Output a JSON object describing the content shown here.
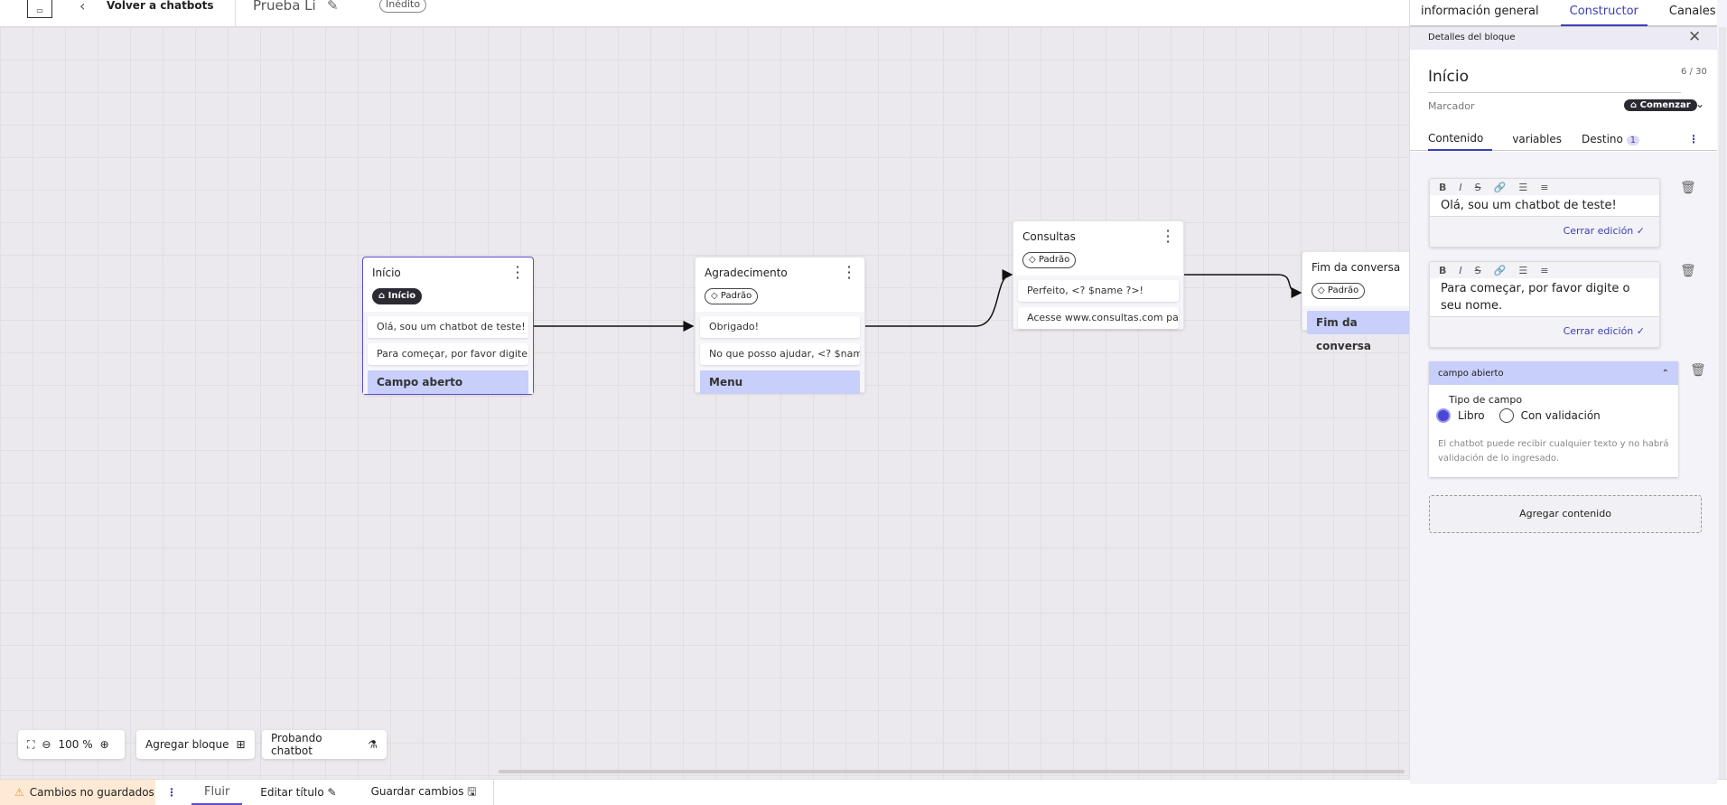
{
  "header": {
    "back_label": "Volver a chatbots",
    "title": "Prueba Li",
    "status": "Inédito"
  },
  "panel": {
    "tabs": [
      {
        "label": "información general"
      },
      {
        "label": "Constructor",
        "active": true
      },
      {
        "label": "Canales"
      }
    ],
    "section_title": "Detalles del bloque",
    "block_name": "Início",
    "char_count": "6 / 30",
    "marker_label": "Marcador",
    "marker_value": "Comenzar",
    "subtabs": [
      {
        "label": "Contenido"
      },
      {
        "label": "variables"
      },
      {
        "label": "Destino"
      }
    ],
    "destino_count": "1",
    "editor_tools": [
      "B",
      "I",
      "S",
      "🔗",
      "☰",
      "≡"
    ],
    "editors": [
      {
        "text": "Olá, sou um chatbot de teste!",
        "close": "Cerrar edición ✓"
      },
      {
        "text": "Para começar, por favor digite o seu nome.",
        "close": "Cerrar edición ✓"
      }
    ],
    "open_field": {
      "title": "campo abierto",
      "type_label": "Tipo de campo",
      "options": [
        "Libro",
        "Con validación"
      ],
      "selected": "Libro",
      "help": "El chatbot puede recibir cualquier texto y no habrá validación de lo ingresado."
    },
    "add_content": "Agregar contenido"
  },
  "nodes": [
    {
      "title": "Início",
      "tag": "Início",
      "messages": [
        "Olá, sou um chatbot de teste!",
        "Para começar, por favor digite o ..."
      ],
      "action": "Campo aberto"
    },
    {
      "title": "Agradecimento",
      "tag": "Padrão",
      "messages": [
        "Obrigado!",
        "No que posso ajudar, <? $name ..."
      ],
      "action": "Menu"
    },
    {
      "title": "Consultas",
      "tag": "Padrão",
      "messages": [
        "Perfeito, <? $name ?>!",
        "Acesse www.consultas.com par..."
      ]
    },
    {
      "title": "Fim da conversa",
      "tag": "Padrão",
      "action": "Fim da conversa"
    }
  ],
  "toolbar": {
    "zoom": "100 %",
    "add_block": "Agregar bloque",
    "test": "Probando chatbot"
  },
  "bottom": {
    "unsaved": "Cambios no guardados",
    "flow": "Fluir",
    "edit_title": "Editar título",
    "save": "Guardar cambios"
  },
  "colors": {
    "accent": "#3b3fb6",
    "action_bg": "#c7cffa",
    "warning_bg": "#fde9d4"
  }
}
